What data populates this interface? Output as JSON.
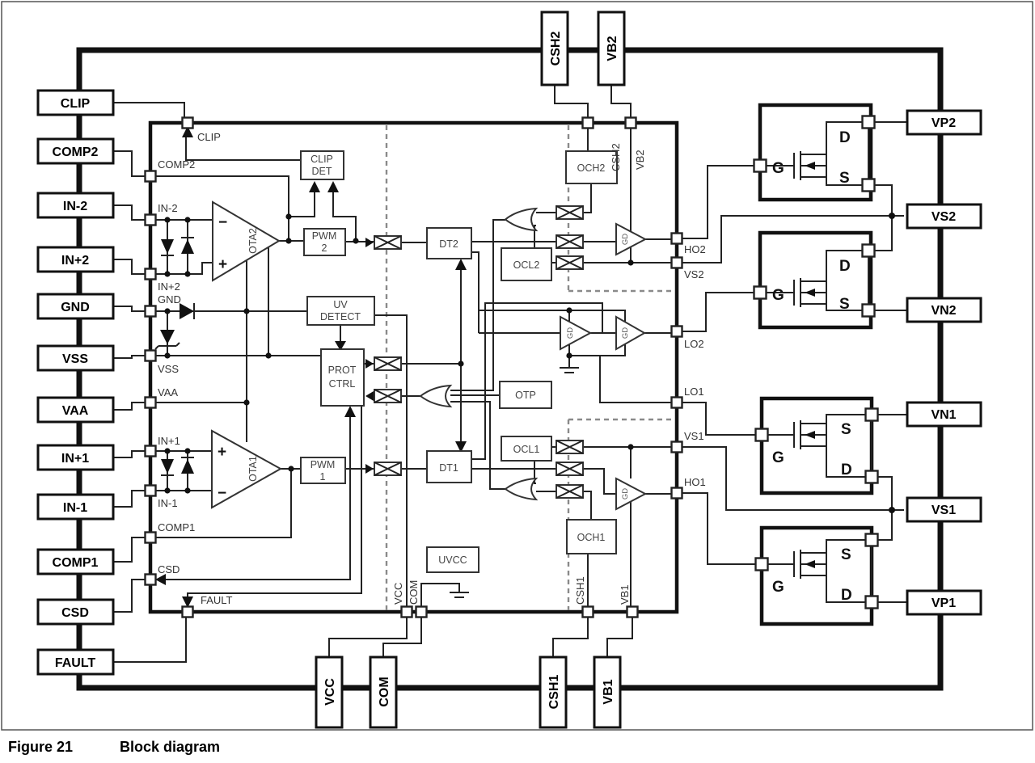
{
  "figure": {
    "number": "Figure 21",
    "title": "Block diagram"
  },
  "pins": {
    "left": [
      "CLIP",
      "COMP2",
      "IN-2",
      "IN+2",
      "GND",
      "VSS",
      "VAA",
      "IN+1",
      "IN-1",
      "COMP1",
      "CSD",
      "FAULT"
    ],
    "top": [
      "CSH2",
      "VB2"
    ],
    "bottom": [
      "VCC",
      "COM",
      "CSH1",
      "VB1"
    ],
    "right": [
      "VP2",
      "VS2",
      "VN2",
      "VN1",
      "VS1",
      "VP1"
    ]
  },
  "nets": {
    "clip": "CLIP",
    "comp2": "COMP2",
    "in_m2": "IN-2",
    "in_p2": "IN+2",
    "gnd": "GND",
    "vss": "VSS",
    "vaa": "VAA",
    "in_p1": "IN+1",
    "in_m1": "IN-1",
    "comp1": "COMP1",
    "csd": "CSD",
    "fault": "FAULT",
    "csh2": "CSH2",
    "vb2": "VB2",
    "vcc": "VCC",
    "com": "COM",
    "csh1": "CSH1",
    "vb1": "VB1",
    "ho2": "HO2",
    "vs2": "VS2",
    "lo2": "LO2",
    "lo1": "LO1",
    "vs1": "VS1",
    "ho1": "HO1"
  },
  "blocks": {
    "clip_det_1": "CLIP",
    "clip_det_2": "DET",
    "pwm2_1": "PWM",
    "pwm2_2": "2",
    "uv_1": "UV",
    "uv_2": "DETECT",
    "prot_1": "PROT",
    "prot_2": "CTRL",
    "pwm1_1": "PWM",
    "pwm1_2": "1",
    "dt2": "DT2",
    "dt1": "DT1",
    "ocl2": "OCL2",
    "ocl1": "OCL1",
    "och2": "OCH2",
    "och1": "OCH1",
    "otp": "OTP",
    "uvcc": "UVCC"
  },
  "amps": {
    "ota2": "OTA2",
    "ota1": "OTA1",
    "gd": "GD",
    "plus": "+",
    "minus": "−"
  },
  "mosfet": {
    "g": "G",
    "d": "D",
    "s": "S"
  }
}
